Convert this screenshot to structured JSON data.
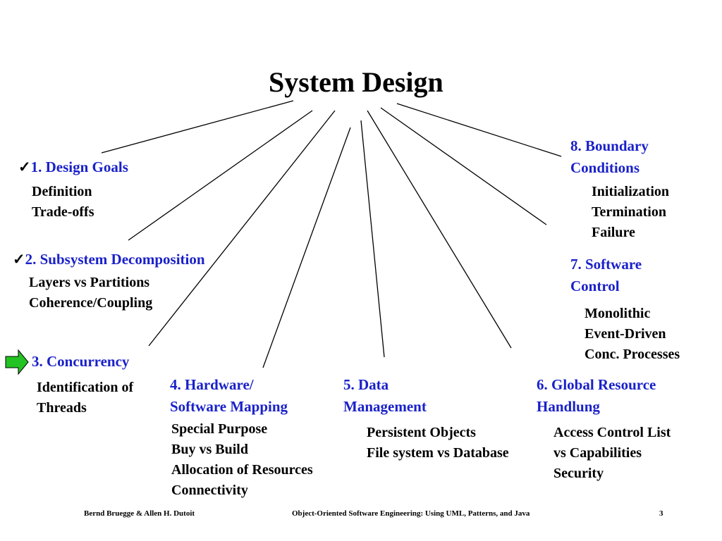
{
  "title": "System Design",
  "colors": {
    "topic": "#1a21c9",
    "arrow_fill": "#22c322",
    "arrow_stroke": "#000000"
  },
  "check_mark": "✓",
  "topics": [
    {
      "label": "1. Design Goals",
      "checked": true,
      "items": [
        "Definition",
        "Trade-offs"
      ]
    },
    {
      "label": "2. Subsystem Decomposition",
      "checked": true,
      "items": [
        "Layers vs Partitions",
        "Coherence/Coupling"
      ]
    },
    {
      "label": "3. Concurrency",
      "current": true,
      "items": [
        "Identification of",
        "Threads"
      ]
    },
    {
      "label": [
        "4. Hardware/",
        "Software Mapping"
      ],
      "items": [
        "Special Purpose",
        "Buy vs Build",
        "Allocation of Resources",
        "Connectivity"
      ]
    },
    {
      "label": [
        "5. Data",
        "Management"
      ],
      "items": [
        "Persistent Objects",
        "File system vs Database"
      ]
    },
    {
      "label": [
        "6. Global Resource",
        "Handlung"
      ],
      "items": [
        "Access Control List",
        "vs Capabilities",
        "Security"
      ]
    },
    {
      "label": [
        "7. Software",
        "Control"
      ],
      "items": [
        "Monolithic",
        "Event-Driven",
        "Conc. Processes"
      ]
    },
    {
      "label": [
        "8. Boundary",
        "Conditions"
      ],
      "items": [
        "Initialization",
        "Termination",
        "Failure"
      ]
    }
  ],
  "footer": {
    "authors": "Bernd Bruegge & Allen H. Dutoit",
    "book": "Object-Oriented Software Engineering: Using UML, Patterns, and Java",
    "page": "3"
  }
}
